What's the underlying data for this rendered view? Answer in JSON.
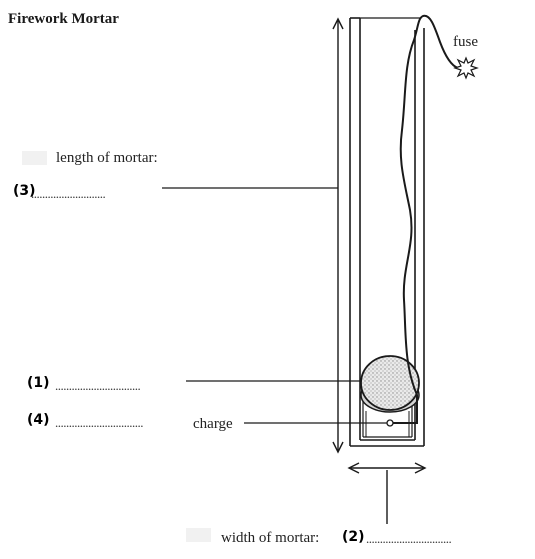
{
  "title": "Firework Mortar",
  "labels": {
    "fuse": "fuse",
    "length": "length of mortar:",
    "width": "width of mortar:",
    "charge": "charge"
  },
  "numbers": {
    "n1": "(1)",
    "n2": "(2)",
    "n3": "(3)",
    "n4": "(4)"
  },
  "blanks": {
    "b3": "...........................",
    "b1": "...............................",
    "b4": "................................",
    "b2": "..............................."
  }
}
